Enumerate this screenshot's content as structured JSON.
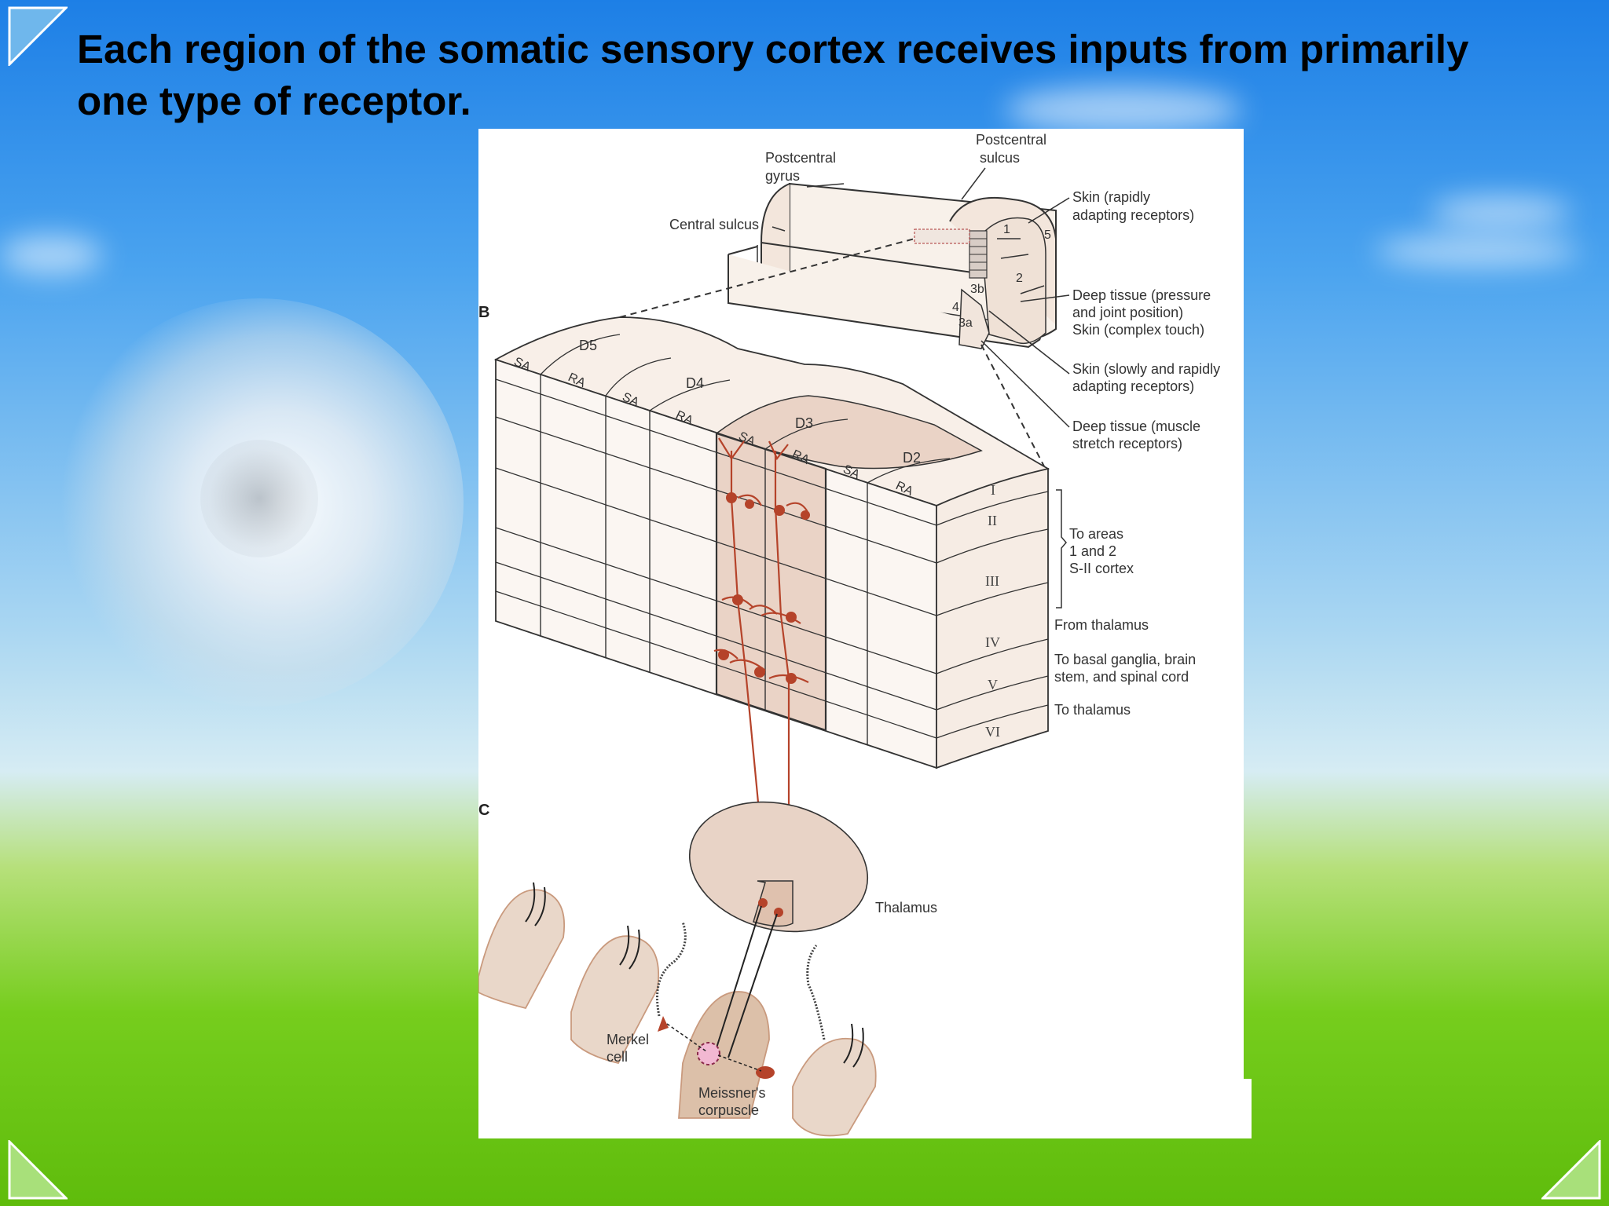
{
  "slide": {
    "title": "Each region of the somatic sensory cortex receives inputs from primarily one type of receptor."
  },
  "figure": {
    "panel_letters": {
      "b": "B",
      "c": "C"
    },
    "top": {
      "postcentral_gyrus": [
        "Postcentral",
        "gyrus"
      ],
      "postcentral_sulcus": [
        "Postcentral",
        "sulcus"
      ],
      "central_sulcus": "Central sulcus",
      "area_numbers": [
        "1",
        "2",
        "3a",
        "3b",
        "4",
        "5"
      ],
      "callouts": [
        [
          "Skin (rapidly",
          "adapting receptors)"
        ],
        [
          "Deep tissue (pressure",
          "and joint position)",
          "Skin (complex touch)"
        ],
        [
          "Skin (slowly and rapidly",
          "adapting receptors)"
        ],
        [
          "Deep tissue (muscle",
          "stretch receptors)"
        ]
      ]
    },
    "columns": {
      "digits": [
        "D5",
        "D4",
        "D3",
        "D2"
      ],
      "sa": "SA",
      "ra": "RA"
    },
    "layers": [
      "I",
      "II",
      "III",
      "IV",
      "V",
      "VI"
    ],
    "projections": {
      "to_areas": [
        "To areas",
        "1 and 2",
        "S-II cortex"
      ],
      "from_thalamus": "From thalamus",
      "to_basal": [
        "To basal ganglia, brain",
        "stem, and spinal cord"
      ],
      "to_thalamus": "To thalamus"
    },
    "bottom": {
      "thalamus": "Thalamus",
      "merkel": [
        "Merkel",
        "cell"
      ],
      "meissner": [
        "Meissner's",
        "corpuscle"
      ]
    }
  },
  "colors": {
    "column_highlight": "#ead3c6",
    "neuron": "#b5432a",
    "tissue": "#f6ece4",
    "finger": "#e9d7c9",
    "thalamus": "#e8d3c6"
  }
}
